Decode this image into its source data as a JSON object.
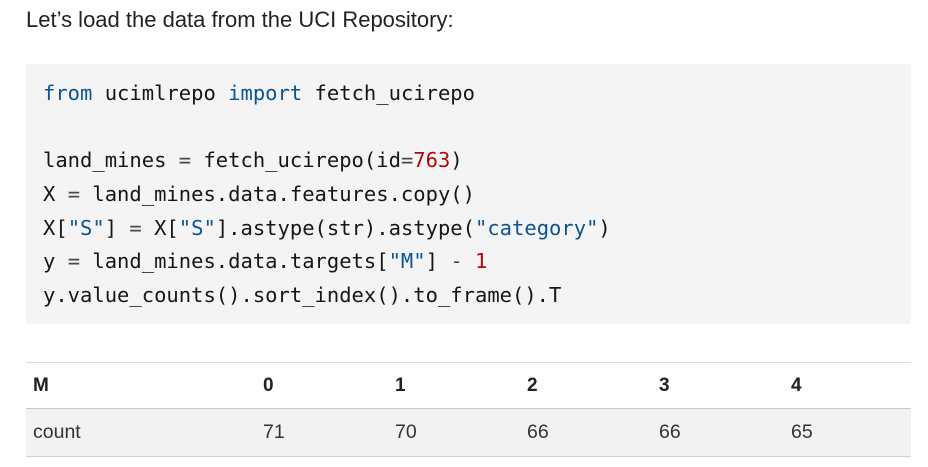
{
  "intro_text": "Let’s load the data from the UCI Repository:",
  "code": {
    "line1": {
      "kw1": "from",
      "mod": " ucimlrepo ",
      "kw2": "import",
      "rest": " fetch_ucirepo"
    },
    "line3": {
      "a": "land_mines ",
      "op": "=",
      "b": " fetch_ucirepo(id",
      "op2": "=",
      "num": "763",
      "c": ")"
    },
    "line4": {
      "a": "X ",
      "op": "=",
      "b": " land_mines.data.features.copy()"
    },
    "line5": {
      "a": "X[",
      "s1": "\"S\"",
      "b": "] ",
      "op": "=",
      "c": " X[",
      "s2": "\"S\"",
      "d": "].astype(str).astype(",
      "s3": "\"category\"",
      "e": ")"
    },
    "line6": {
      "a": "y ",
      "op": "=",
      "b": " land_mines.data.targets[",
      "s1": "\"M\"",
      "c": "] ",
      "op2": "-",
      "d": " ",
      "num": "1"
    },
    "line7": {
      "a": "y.value_counts().sort_index().to_frame().T"
    }
  },
  "table": {
    "header": [
      "M",
      "0",
      "1",
      "2",
      "3",
      "4"
    ],
    "rows": [
      [
        "count",
        "71",
        "70",
        "66",
        "66",
        "65"
      ]
    ]
  }
}
